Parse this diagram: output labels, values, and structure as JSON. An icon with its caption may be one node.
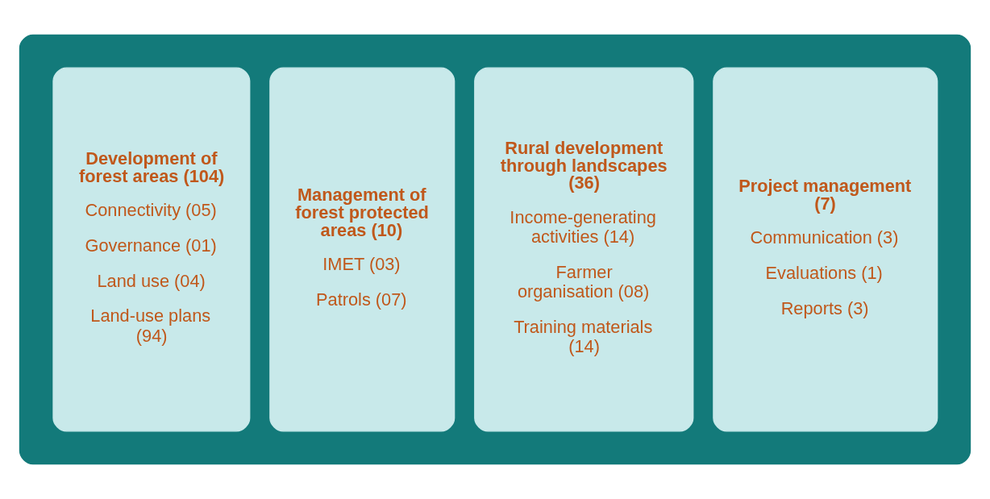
{
  "diagram": {
    "nodes": [
      {
        "text": [],
        "shape": "box"
      },
      {
        "text": [
          "Development of forest areas (104)",
          "Connectivity (05)",
          "Governance (01)",
          "Land use (04)",
          "Land-use plans (94)"
        ],
        "in": 0
      },
      {
        "text": [
          "Management of forest protected areas (10)",
          "IMET (03)",
          "Patrols (07)"
        ],
        "in": 0
      },
      {
        "text": [
          "Rural development through landscapes (36)",
          "Income-generating activities (14)",
          "Farmer organisation (08)",
          "Training materials (14)"
        ],
        "in": 0
      },
      {
        "text": [
          "Project management (7)",
          "Communication (3)",
          "Evaluations (1)",
          "Reports (3)"
        ],
        "in": 0
      }
    ],
    "edges": []
  }
}
